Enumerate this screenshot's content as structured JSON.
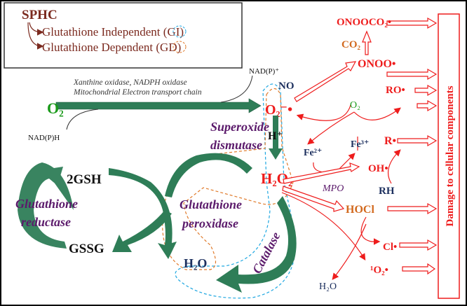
{
  "legend": {
    "title": "SPHC",
    "items": [
      {
        "label": "Glutathione Independent (GI)",
        "color": "#1ea7e1"
      },
      {
        "label": "Glutathione Dependent (GD)",
        "color": "#e07a2a"
      }
    ]
  },
  "enzymes_source": {
    "line1": "Xanthine oxidase, NADPH oxidase",
    "line2": "Mitochondrial Electron transport chain",
    "nadp_plus": "NAD(P)⁺",
    "nadph": "NAD(P)H"
  },
  "species": {
    "o2": "O₂",
    "superoxide": "O₂⁻•",
    "no": "NO",
    "h_plus": "H⁺",
    "h2o2": "H₂O₂",
    "fe2": "Fe²⁺",
    "fe3": "Fe³⁺",
    "o2_small": "O₂",
    "ro": "RO•",
    "r": "R•",
    "oh": "OH•",
    "rh": "RH",
    "mpo": "MPO",
    "hocl": "HOCl",
    "cl": "Cl•",
    "singlet_o2": "¹O₂•",
    "h2o_right": "H₂O",
    "onoo": "ONOO•",
    "co2": "CO₂",
    "onooco2": "ONOOCO₂•",
    "gsh": "2GSH",
    "gssg": "GSSG",
    "h2o_center": "H₂O"
  },
  "enzymes": {
    "sod1": "Superoxide",
    "sod2": "dismutase",
    "gr1": "Glutathione",
    "gr2": "reductase",
    "gpx1": "Glutathione",
    "gpx2": "peroxidase",
    "catalase": "Catalase"
  },
  "damage_label": "Damage to cellular components",
  "colors": {
    "green_arrow": "#2e7d57",
    "red": "#ee1c1c",
    "purple": "#5b1a6b",
    "navy": "#1c2f5e",
    "orange": "#d2691e",
    "legend_text": "#7b2a1f"
  }
}
